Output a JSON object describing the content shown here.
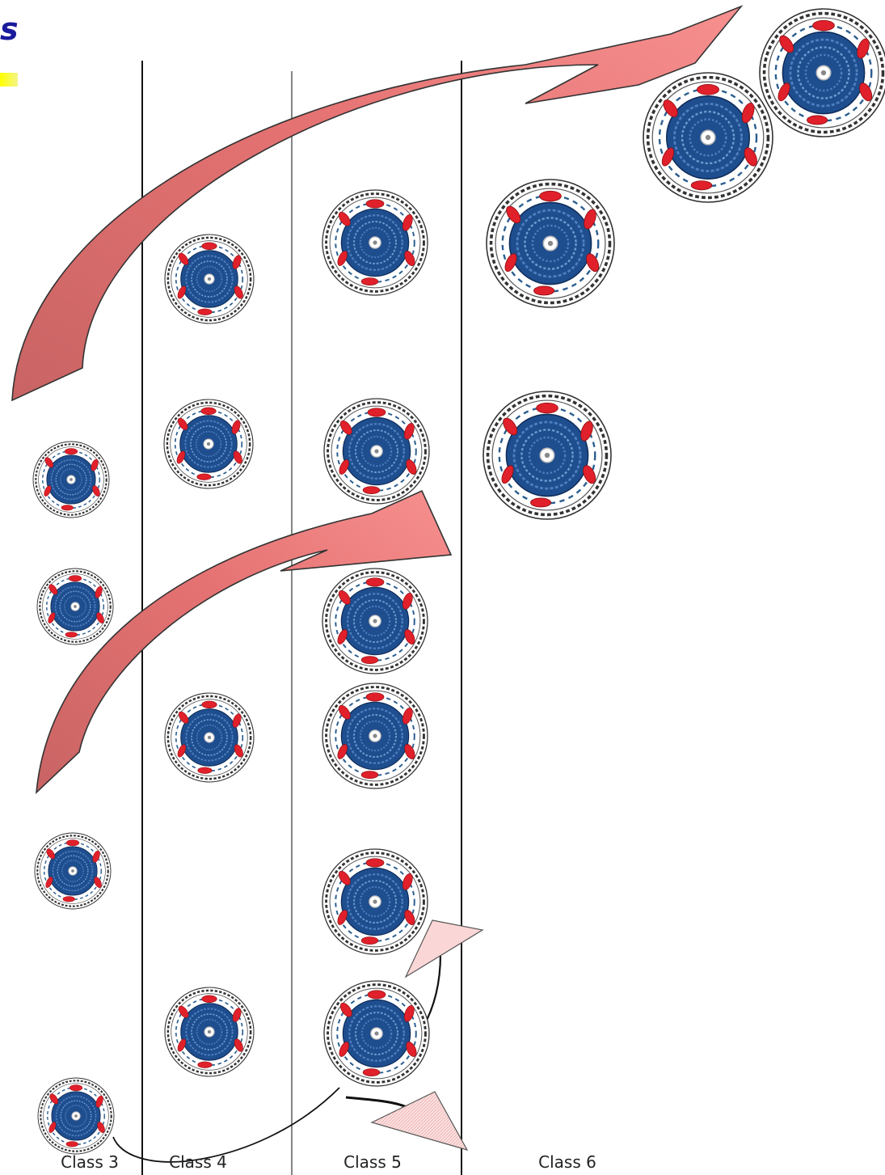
{
  "title_fragment": "s",
  "class_labels": [
    "Class 3",
    "Class 4",
    "Class 5",
    "Class 6"
  ],
  "colors": {
    "arrow_fill": "#f07a7a",
    "arrow_shade": "#c96464",
    "arrow_light": "#fbd6d6",
    "disc_blue": "#1f4e8f",
    "disc_red": "#e0202a",
    "line": "#111111"
  },
  "icons": {
    "cell": "concentric-disc-icon",
    "arrow": "curved-arrow-icon"
  }
}
